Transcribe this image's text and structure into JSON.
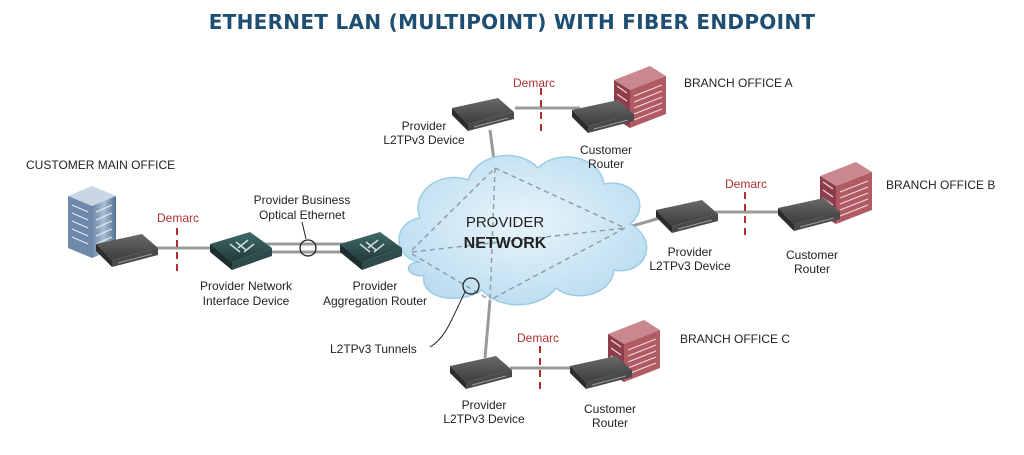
{
  "title": "ETHERNET LAN (MULTIPOINT) WITH FIBER ENDPOINT",
  "cloud": {
    "line1": "PROVIDER",
    "line2": "NETWORK"
  },
  "demarc": "Demarc",
  "main_office": {
    "name": "CUSTOMER MAIN OFFICE"
  },
  "nid": {
    "line1": "Provider Network",
    "line2": "Interface Device"
  },
  "agg_router": {
    "line1": "Provider",
    "line2": "Aggregation Router"
  },
  "optical": {
    "line1": "Provider Business",
    "line2": "Optical Ethernet"
  },
  "tunnels": "L2TPv3 Tunnels",
  "l2tp_device": {
    "line1": "Provider",
    "line2": "L2TPv3 Device"
  },
  "customer_router": {
    "line1": "Customer",
    "line2": "Router"
  },
  "branch_a": {
    "name": "BRANCH OFFICE A"
  },
  "branch_b": {
    "name": "BRANCH OFFICE B"
  },
  "branch_c": {
    "name": "BRANCH OFFICE C"
  },
  "colors": {
    "title": "#1f4e73",
    "demarc": "#b03030",
    "cloud": "#c6e2f2",
    "link": "#9a9a9a",
    "building": "#b05a64"
  }
}
